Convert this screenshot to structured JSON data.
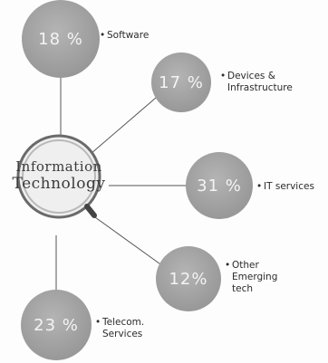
{
  "center": {
    "line1": "Information",
    "line2": "Technology"
  },
  "nodes": [
    {
      "id": "software",
      "percent": "18 %",
      "label_lines": [
        "Software"
      ]
    },
    {
      "id": "devices",
      "percent": "17 %",
      "label_lines": [
        "Devices &",
        "Infrastructure"
      ]
    },
    {
      "id": "it-services",
      "percent": "31 %",
      "label_lines": [
        "IT services"
      ]
    },
    {
      "id": "other",
      "percent": "12%",
      "label_lines": [
        "Other",
        "Emerging",
        "tech"
      ]
    },
    {
      "id": "telecom",
      "percent": "23 %",
      "label_lines": [
        "Telecom.",
        "Services"
      ]
    }
  ],
  "colors": {
    "circle": "#a4a4a4",
    "connector": "#555555",
    "text": "#2b2b2b"
  },
  "icons": {
    "center": "magnifying-glass-icon"
  }
}
